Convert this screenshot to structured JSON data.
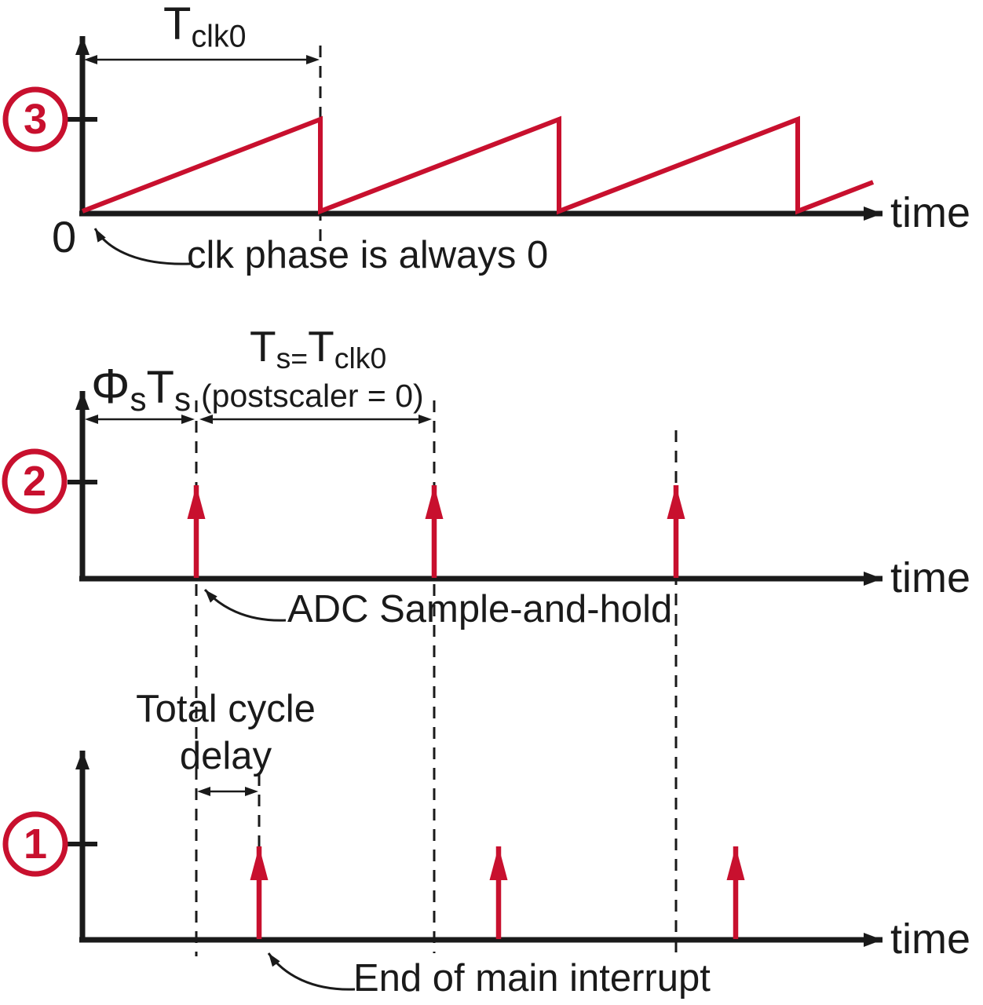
{
  "colors": {
    "accent_red": "#C8102E",
    "ink_black": "#1A1A1A",
    "background": "#FFFFFF"
  },
  "panel_top": {
    "badge": "3",
    "waveform": {
      "type": "sawtooth",
      "full_teeth": 3,
      "trailing_partial_tooth": true
    },
    "period_label": {
      "main": "T",
      "sub": "clk0"
    },
    "origin_label": "0",
    "annotation": "clk phase is always 0",
    "axis_label": "time"
  },
  "panel_middle": {
    "badge": "2",
    "waveform": {
      "type": "impulse_train",
      "impulse_count": 3
    },
    "phase_label": {
      "phi": "Φ",
      "phi_sub": "s",
      "t": "T",
      "t_sub": "s"
    },
    "period_label": {
      "t1": "T",
      "sub1": "s=",
      "t2": "T",
      "sub2": "clk0"
    },
    "postscaler_note": "(postscaler = 0)",
    "annotation": "ADC Sample-and-hold",
    "axis_label": "time"
  },
  "panel_bottom": {
    "badge": "1",
    "waveform": {
      "type": "impulse_train",
      "impulse_count": 3
    },
    "delay_label": {
      "line1": "Total cycle",
      "line2": "delay"
    },
    "annotation": "End of main interrupt",
    "axis_label": "time"
  }
}
